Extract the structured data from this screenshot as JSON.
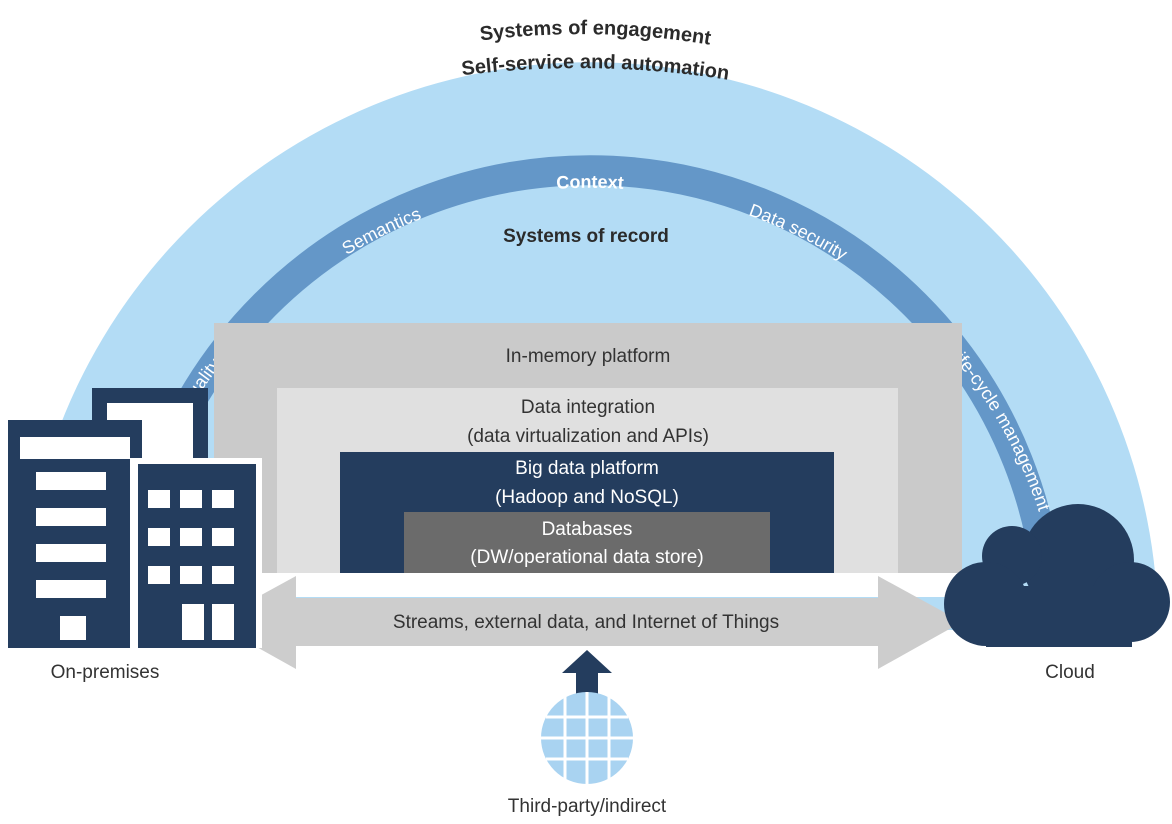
{
  "arch": {
    "top_line1": "Systems of engagement",
    "top_line2": "Self-service and automation",
    "context": "Context",
    "band": {
      "data_quality": "Data quality",
      "semantics": "Semantics",
      "data_security": "Data security",
      "lifecycle": "Life-cycle management"
    },
    "systems_of_record": "Systems of record"
  },
  "layers": {
    "in_memory": "In-memory platform",
    "integration_line1": "Data integration",
    "integration_line2": "(data virtualization and APIs)",
    "bigdata_line1": "Big data platform",
    "bigdata_line2": "(Hadoop and NoSQL)",
    "databases_line1": "Databases",
    "databases_line2": "(DW/operational data store)"
  },
  "streams": "Streams, external data, and Internet of Things",
  "labels": {
    "on_premises": "On-premises",
    "cloud": "Cloud",
    "third_party": "Third-party/indirect"
  },
  "icons": {
    "buildings": "buildings-icon",
    "cloud": "cloud-icon",
    "globe": "globe-icon",
    "up_arrow": "up-arrow-icon"
  },
  "colors": {
    "outer_arch": "#b3dcf5",
    "band": "#6497c8",
    "navy": "#243d5e",
    "in_memory": "#cacaca",
    "integration": "#e0e0e0",
    "databases": "#6b6b6b",
    "streams_arrow": "#cdcdcd"
  }
}
